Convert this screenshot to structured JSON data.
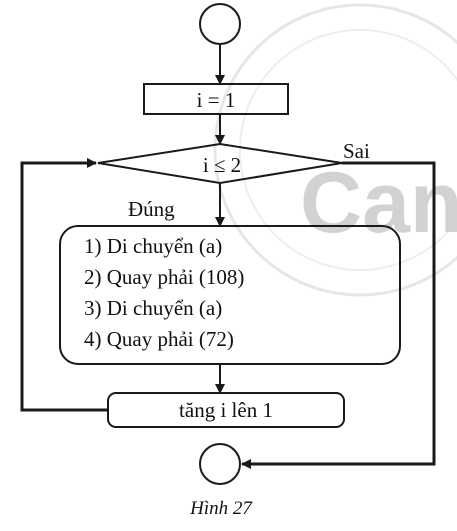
{
  "diagram": {
    "init_label": "i = 1",
    "condition_label": "i ≤ 2",
    "yes_label": "Đúng",
    "no_label": "Sai",
    "steps": [
      "1) Di chuyển (a)",
      "2) Quay phải (108)",
      "3) Di chuyển (a)",
      "4) Quay phải (72)"
    ],
    "increment_label": "tăng i lên 1",
    "caption": "Hình 27"
  },
  "watermark": {
    "text": "Canh",
    "color": "#cfcfcf"
  },
  "colors": {
    "stroke": "#1a1a1a",
    "text": "#111111"
  }
}
